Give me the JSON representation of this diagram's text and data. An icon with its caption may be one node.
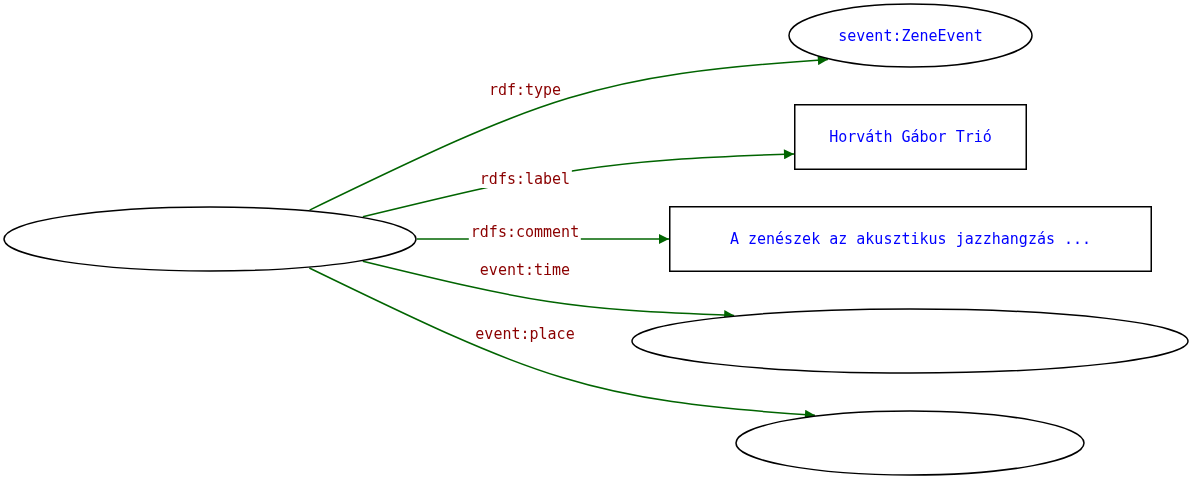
{
  "diagram": {
    "nodes": [
      {
        "text": [],
        "shape": "ellipse"
      },
      {
        "text": [
          "sevent:ZeneEvent"
        ]
      },
      {
        "text": [
          "Horváth Gábor Trió"
        ]
      },
      {
        "text": [
          "A zenészek az akusztikus jazzhangzás ..."
        ]
      },
      {
        "text": [],
        "shape": "ellipse"
      },
      {
        "text": [],
        "shape": "ellipse"
      }
    ],
    "edges": [
      {
        "from": 0,
        "to": 1,
        "arrow": "to",
        "label": "rdf:type"
      },
      {
        "from": 0,
        "to": 2,
        "arrow": "to",
        "label": "rdfs:label"
      },
      {
        "from": 0,
        "to": 3,
        "arrow": "to",
        "label": "rdfs:comment"
      },
      {
        "from": 0,
        "to": 4,
        "arrow": "to",
        "label": "event:time"
      },
      {
        "from": 0,
        "to": 5,
        "arrow": "to",
        "label": "event:place"
      }
    ]
  }
}
